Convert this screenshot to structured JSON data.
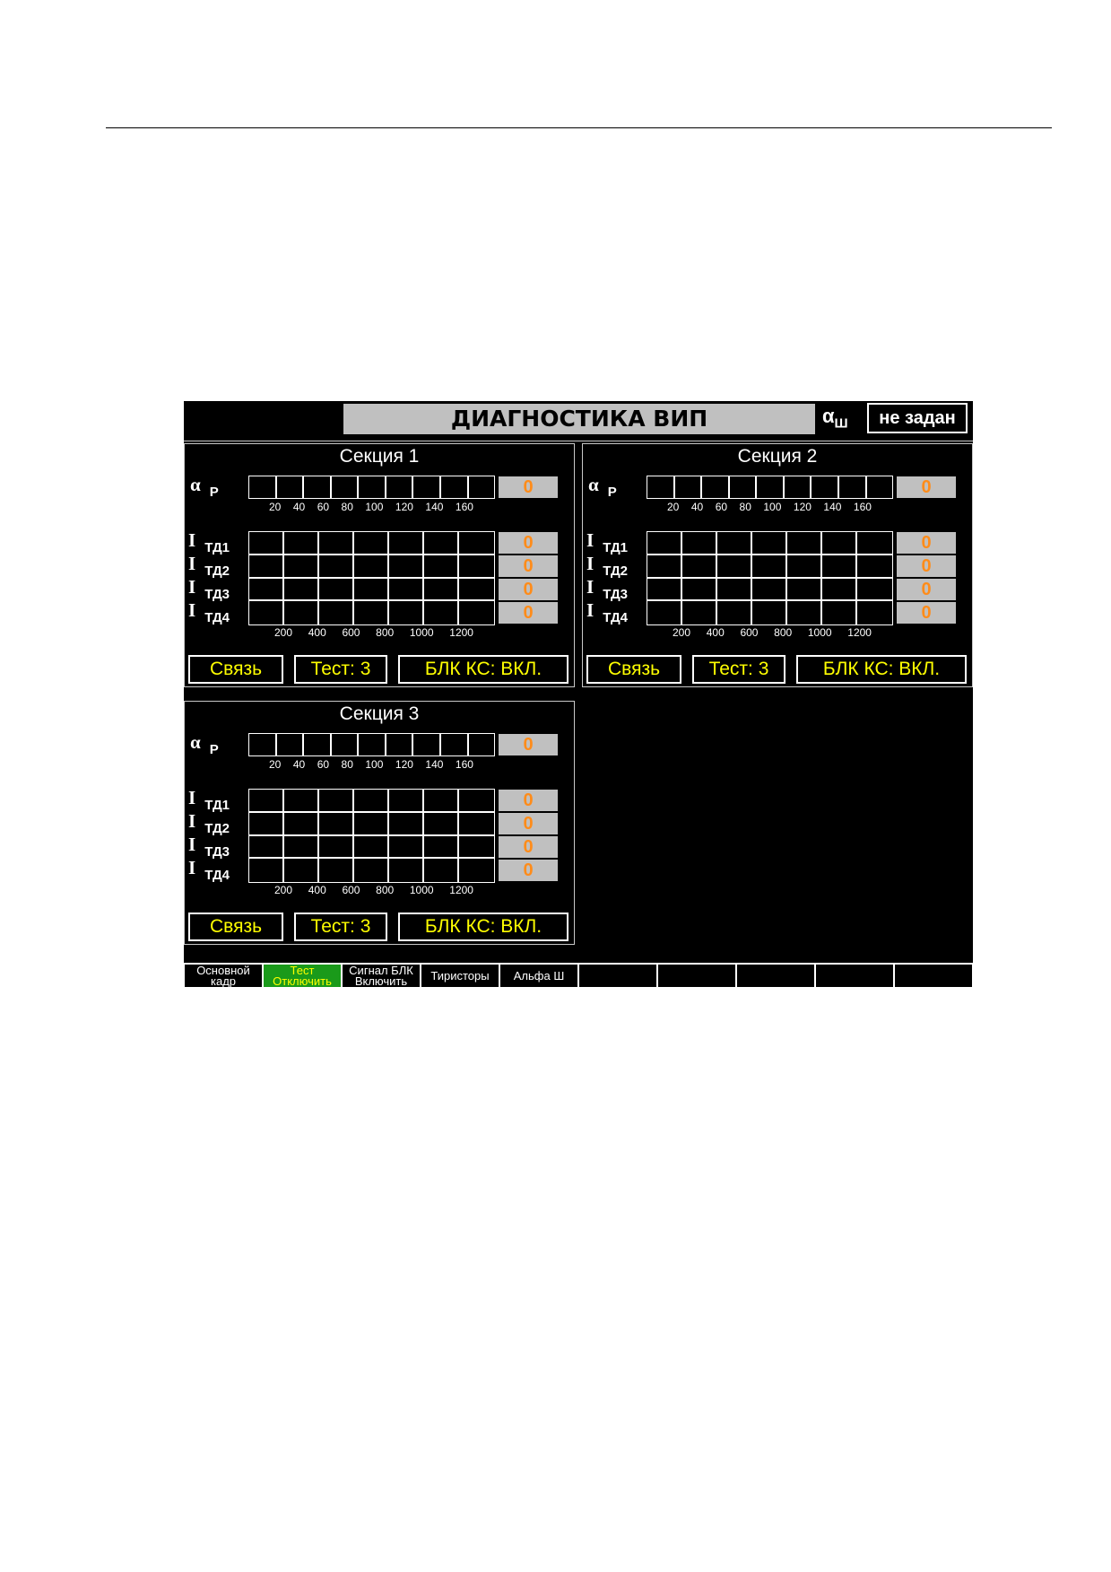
{
  "screen": {
    "title": "ДИАГНОСТИКА ВИП",
    "alpha_label": "α",
    "alpha_sub": "Ш",
    "alpha_value": "не задан"
  },
  "labels": {
    "alpha": "α",
    "alpha_sub": "Р",
    "current": "I",
    "td": [
      "ТД1",
      "ТД2",
      "ТД3",
      "ТД4"
    ]
  },
  "scales": {
    "alpha": [
      "20",
      "40",
      "60",
      "80",
      "100",
      "120",
      "140",
      "160"
    ],
    "current": [
      "200",
      "400",
      "600",
      "800",
      "1000",
      "1200"
    ]
  },
  "sections": [
    {
      "title": "Секция 1",
      "alpha_value": "0",
      "td_values": [
        "0",
        "0",
        "0",
        "0"
      ],
      "buttons": {
        "link": "Связь",
        "test": "Тест: 3",
        "blk": "БЛК КС: ВКЛ."
      }
    },
    {
      "title": "Секция 2",
      "alpha_value": "0",
      "td_values": [
        "0",
        "0",
        "0",
        "0"
      ],
      "buttons": {
        "link": "Связь",
        "test": "Тест: 3",
        "blk": "БЛК КС: ВКЛ."
      }
    },
    {
      "title": "Секция 3",
      "alpha_value": "0",
      "td_values": [
        "0",
        "0",
        "0",
        "0"
      ],
      "buttons": {
        "link": "Связь",
        "test": "Тест: 3",
        "blk": "БЛК КС: ВКЛ."
      }
    }
  ],
  "function_keys": [
    {
      "line1": "Основной",
      "line2": "кадр"
    },
    {
      "line1": "Тест",
      "line2": "Отключить"
    },
    {
      "line1": "Сигнал БЛК",
      "line2": "Включить"
    },
    {
      "line1": "Тиристоры",
      "line2": ""
    },
    {
      "line1": "Альфа Ш",
      "line2": ""
    },
    {
      "line1": "",
      "line2": ""
    },
    {
      "line1": "",
      "line2": ""
    },
    {
      "line1": "",
      "line2": ""
    },
    {
      "line1": "",
      "line2": ""
    },
    {
      "line1": "",
      "line2": ""
    }
  ],
  "colors": {
    "value_text": "#ff8c1a",
    "button_text": "#ffff00",
    "active_key": "#1a9a1a",
    "panel_bg": "#000000"
  }
}
